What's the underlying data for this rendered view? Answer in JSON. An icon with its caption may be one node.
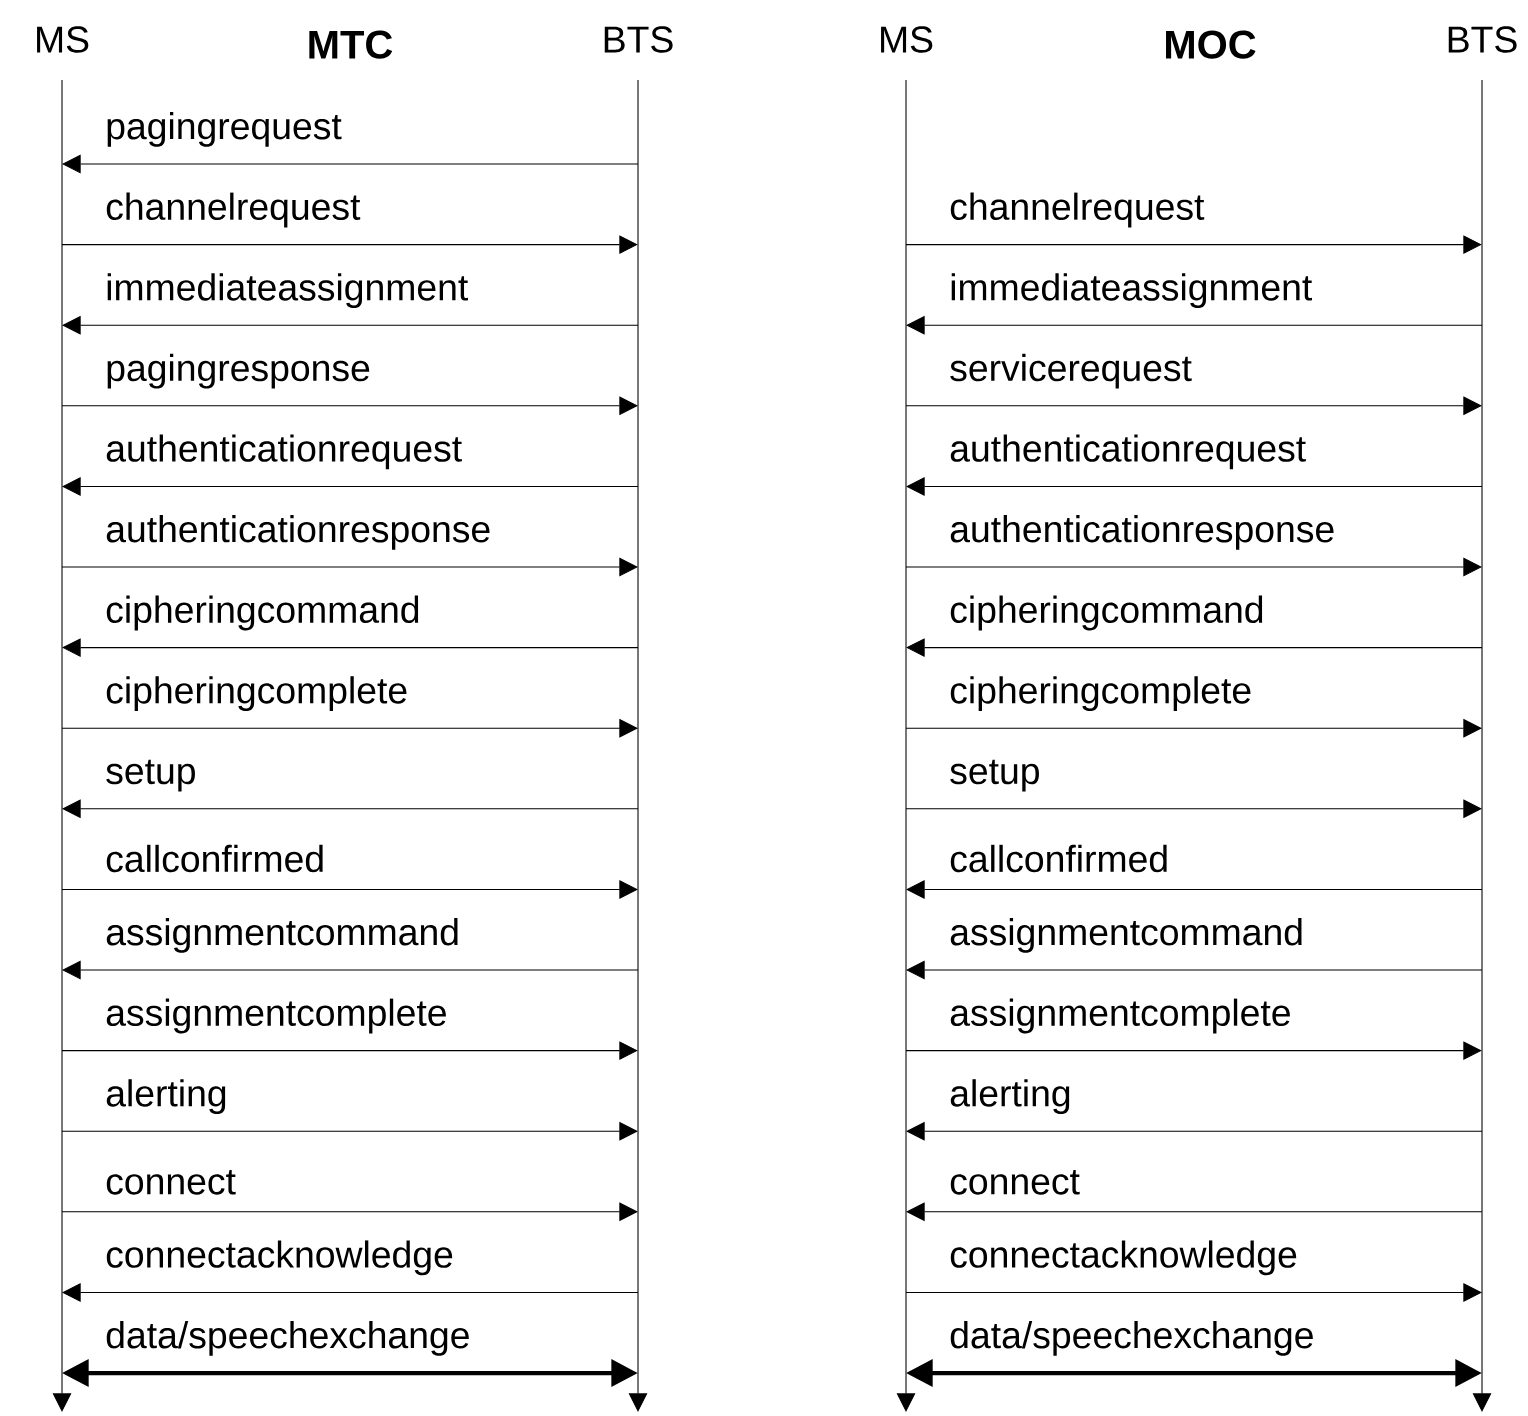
{
  "diagram": {
    "nodes": [
      {
        "text": [
          "MS"
        ]
      },
      {
        "text": [
          "BTS"
        ]
      },
      {
        "text": [
          "MS"
        ]
      },
      {
        "text": [
          "BTS"
        ]
      }
    ],
    "edges": [
      {
        "from": 1,
        "to": 0,
        "arrow": "to",
        "label": "pagingrequest"
      },
      {
        "from": 0,
        "to": 1,
        "arrow": "to",
        "label": "channelrequest"
      },
      {
        "from": 1,
        "to": 0,
        "arrow": "to",
        "label": "immediateassignment"
      },
      {
        "from": 0,
        "to": 1,
        "arrow": "to",
        "label": "pagingresponse"
      },
      {
        "from": 1,
        "to": 0,
        "arrow": "to",
        "label": "authenticationrequest"
      },
      {
        "from": 0,
        "to": 1,
        "arrow": "to",
        "label": "authenticationresponse"
      },
      {
        "from": 1,
        "to": 0,
        "arrow": "to",
        "label": "cipheringcommand"
      },
      {
        "from": 0,
        "to": 1,
        "arrow": "to",
        "label": "cipheringcomplete"
      },
      {
        "from": 1,
        "to": 0,
        "arrow": "to",
        "label": "setup"
      },
      {
        "from": 0,
        "to": 1,
        "arrow": "to",
        "label": "callconfirmed"
      },
      {
        "from": 1,
        "to": 0,
        "arrow": "to",
        "label": "assignmentcommand"
      },
      {
        "from": 0,
        "to": 1,
        "arrow": "to",
        "label": "assignmentcomplete"
      },
      {
        "from": 0,
        "to": 1,
        "arrow": "to",
        "label": "alerting"
      },
      {
        "from": 0,
        "to": 1,
        "arrow": "to",
        "label": "connect"
      },
      {
        "from": 1,
        "to": 0,
        "arrow": "to",
        "label": "connectacknowledge"
      },
      {
        "from": 0,
        "to": 1,
        "arrow": "both",
        "label": "data/speechexchange",
        "style": "thick"
      },
      {
        "from": 2,
        "to": 3,
        "arrow": "to",
        "label": "channelrequest"
      },
      {
        "from": 3,
        "to": 2,
        "arrow": "to",
        "label": "immediateassignment"
      },
      {
        "from": 2,
        "to": 3,
        "arrow": "to",
        "label": "servicerequest"
      },
      {
        "from": 3,
        "to": 2,
        "arrow": "to",
        "label": "authenticationrequest"
      },
      {
        "from": 2,
        "to": 3,
        "arrow": "to",
        "label": "authenticationresponse"
      },
      {
        "from": 3,
        "to": 2,
        "arrow": "to",
        "label": "cipheringcommand"
      },
      {
        "from": 2,
        "to": 3,
        "arrow": "to",
        "label": "cipheringcomplete"
      },
      {
        "from": 2,
        "to": 3,
        "arrow": "to",
        "label": "setup"
      },
      {
        "from": 3,
        "to": 2,
        "arrow": "to",
        "label": "callconfirmed"
      },
      {
        "from": 3,
        "to": 2,
        "arrow": "to",
        "label": "assignmentcommand"
      },
      {
        "from": 2,
        "to": 3,
        "arrow": "to",
        "label": "assignmentcomplete"
      },
      {
        "from": 3,
        "to": 2,
        "arrow": "to",
        "label": "alerting"
      },
      {
        "from": 3,
        "to": 2,
        "arrow": "to",
        "label": "connect"
      },
      {
        "from": 2,
        "to": 3,
        "arrow": "to",
        "label": "connectacknowledge"
      },
      {
        "from": 2,
        "to": 3,
        "arrow": "both",
        "label": "data/speechexchange",
        "style": "thick"
      }
    ],
    "labels": [
      "MTC",
      "MOC"
    ]
  }
}
